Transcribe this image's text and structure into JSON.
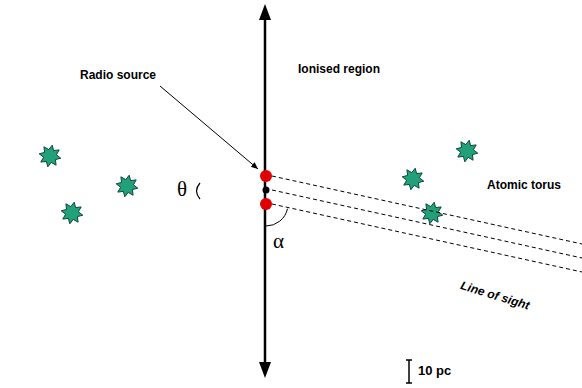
{
  "diagram": {
    "nodes": [
      {
        "text": [
          "Ionised region"
        ]
      },
      {
        "text": [
          "Atomic torus"
        ]
      }
    ],
    "labels": [
      "Radio source",
      "θ",
      "α",
      "Line of sight",
      "10 pc"
    ]
  }
}
